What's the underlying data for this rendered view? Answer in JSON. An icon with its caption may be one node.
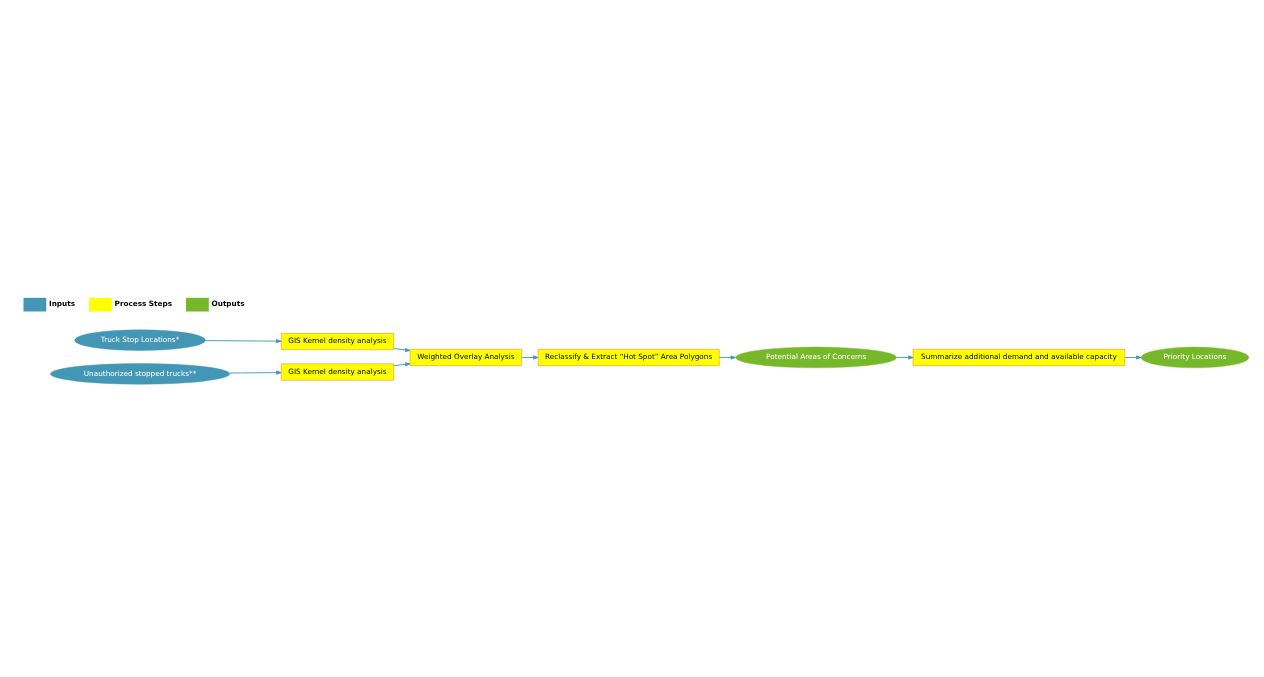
{
  "diagram": {
    "nodes": [
      {
        "text": [
          "Truck Stop Locations*"
        ]
      },
      {
        "text": [
          "GIS Kernel density analysis"
        ]
      },
      {
        "text": [
          "Unauthorized stopped trucks**"
        ]
      },
      {
        "text": [
          "GIS Kernel density analysis"
        ]
      },
      {
        "text": [
          "Weighted Overlay Analysis"
        ]
      },
      {
        "text": [
          "Reclassify & Extract “Hot Spot” Area Polygons"
        ]
      },
      {
        "text": [
          "Priority Locations"
        ]
      },
      {
        "text": [
          "Summarize additional demand and available capacity"
        ]
      },
      {
        "text": [
          "Potential Areas of Concerns"
        ]
      }
    ],
    "edges": [
      {
        "from": 0,
        "to": 1,
        "arrow": "to"
      },
      {
        "from": 2,
        "to": 3,
        "arrow": "to"
      },
      {
        "from": 1,
        "to": 4,
        "arrow": "to"
      },
      {
        "from": 3,
        "to": 4,
        "arrow": "to"
      },
      {
        "from": 4,
        "to": 5,
        "arrow": "to"
      },
      {
        "from": 5,
        "to": 8,
        "arrow": "to"
      },
      {
        "from": 8,
        "to": 7,
        "arrow": "to"
      },
      {
        "from": 7,
        "to": 6,
        "arrow": "to"
      }
    ],
    "legend": [
      {
        "text": "Inputs",
        "color": "#4397b5"
      },
      {
        "text": "Process Steps",
        "color": "#ffff00"
      },
      {
        "text": "Outputs",
        "color": "#77b82a"
      }
    ]
  }
}
